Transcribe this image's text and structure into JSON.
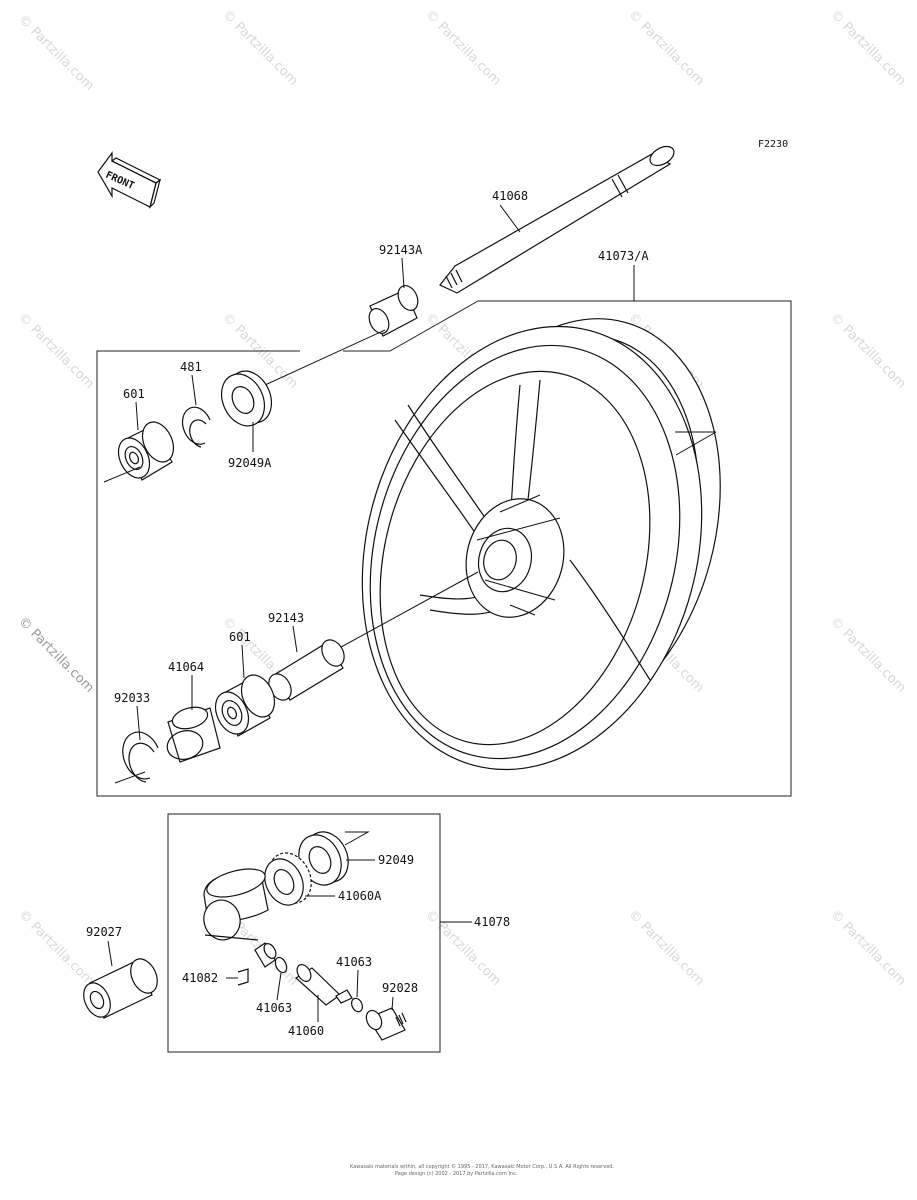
{
  "diagram_code": "F2230",
  "front_label": "FRONT",
  "watermark": "© Partzilla.com",
  "footer_line1": "Kawasaki materials within, all copyright © 1995 - 2017, Kawasaki Motor Corp., U.S.A. All Rights reserved.",
  "footer_line2": "Page design (c) 2002 - 2017 by Partzilla.com Inc.",
  "parts": {
    "p41068": "41068",
    "p92143A": "92143A",
    "p41073A": "41073/A",
    "p481": "481",
    "p601a": "601",
    "p92049A": "92049A",
    "p92143": "92143",
    "p601b": "601",
    "p41064": "41064",
    "p92033": "92033",
    "p92049": "92049",
    "p41060A": "41060A",
    "p41078": "41078",
    "p92027": "92027",
    "p41063a": "41063",
    "p41082": "41082",
    "p41063b": "41063",
    "p92028": "92028",
    "p41060": "41060"
  }
}
